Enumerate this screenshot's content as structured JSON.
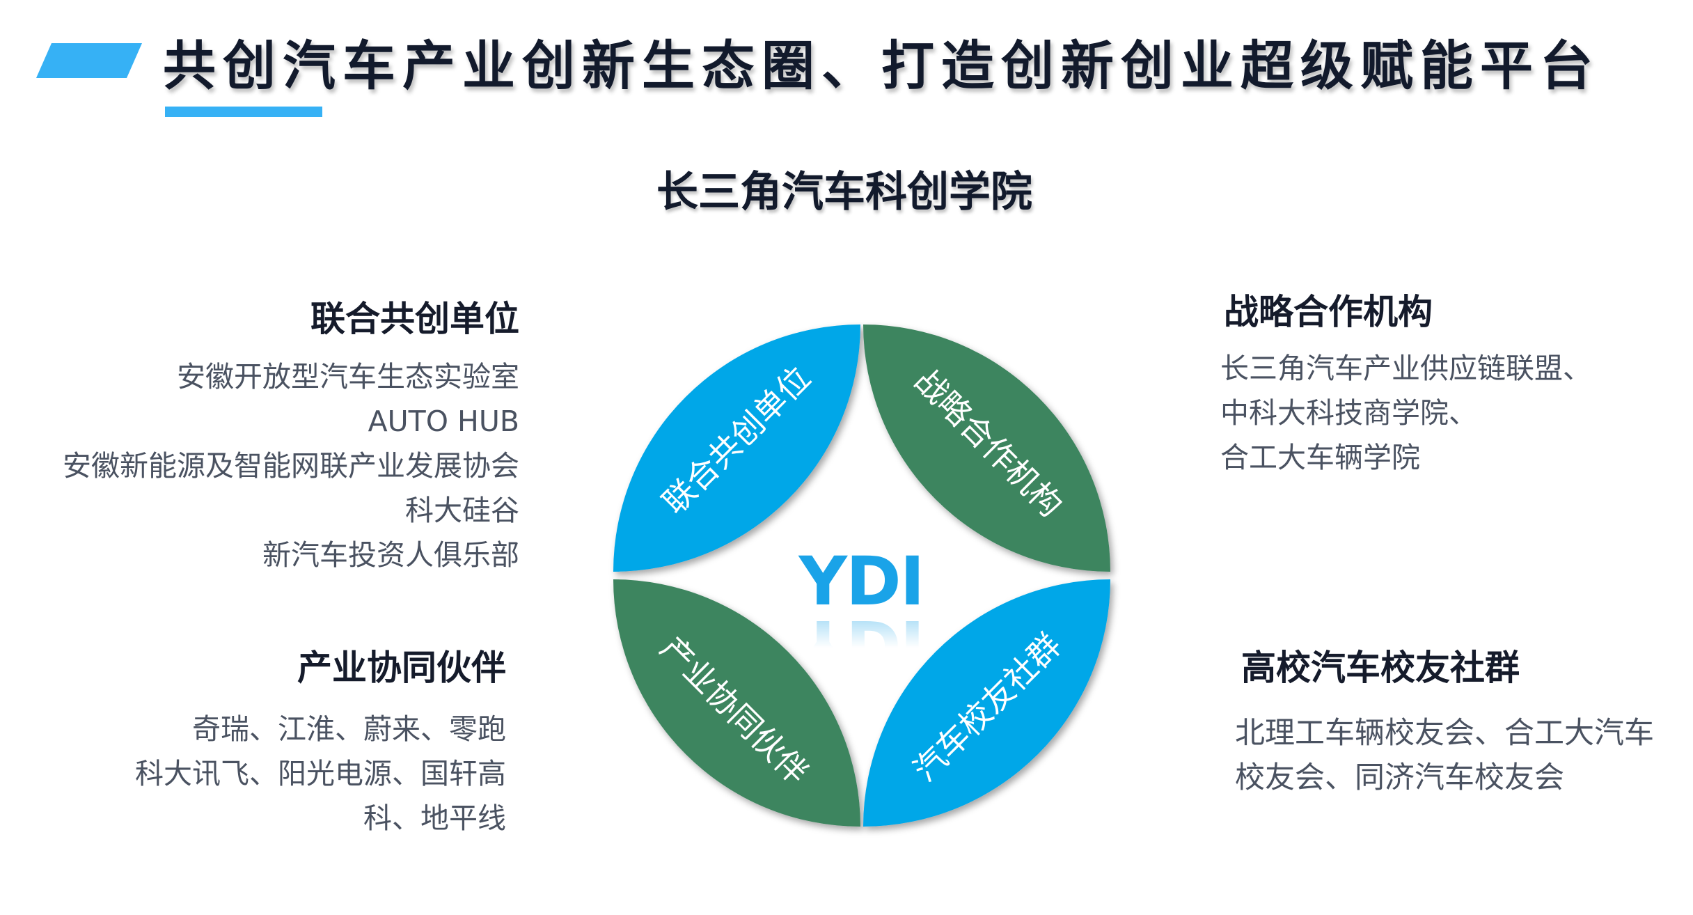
{
  "header": {
    "title": "共创汽车产业创新生态圈、打造创新创业超级赋能平台",
    "subtitle": "长三角汽车科创学院"
  },
  "colors": {
    "accent_blue": "#36b1f5",
    "petal_blue": "#03a7e8",
    "petal_green": "#3c855f",
    "logo_blue": "#1aa3e8"
  },
  "diagram": {
    "center_logo": "YDI",
    "petals": [
      {
        "label": "联合共创单位",
        "color": "blue"
      },
      {
        "label": "战略合作机构",
        "color": "green"
      },
      {
        "label": "产业协同伙伴",
        "color": "green"
      },
      {
        "label": "汽车校友社群",
        "color": "blue"
      }
    ]
  },
  "groups": {
    "joint": {
      "heading": "联合共创单位",
      "items": [
        "安徽开放型汽车生态实验室",
        "AUTO HUB",
        "安徽新能源及智能网联产业发展协会",
        "科大硅谷",
        "新汽车投资人俱乐部"
      ]
    },
    "strategic": {
      "heading": "战略合作机构",
      "items": [
        "长三角汽车产业供应链联盟、",
        "中科大科技商学院、",
        "合工大车辆学院"
      ]
    },
    "industry": {
      "heading": "产业协同伙伴",
      "items": [
        "奇瑞、江淮、蔚来、零跑",
        "科大讯飞、阳光电源、国轩高",
        "科、地平线"
      ]
    },
    "alumni": {
      "heading": "高校汽车校友社群",
      "items": [
        "北理工车辆校友会、合工大汽车",
        "校友会、同济汽车校友会"
      ]
    }
  }
}
